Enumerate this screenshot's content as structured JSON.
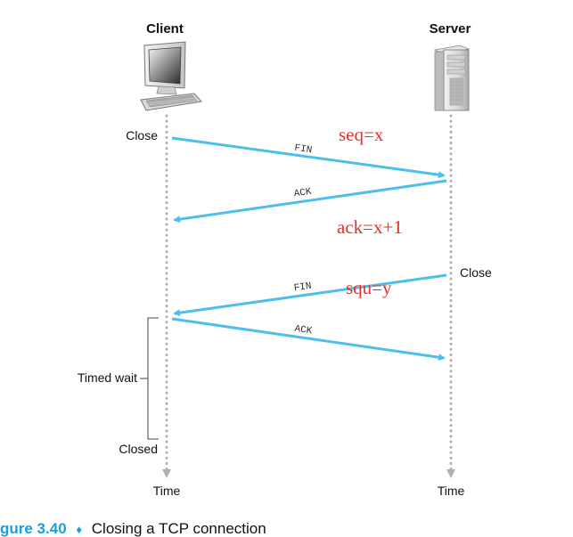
{
  "colors": {
    "arrow": "#4cc0ea",
    "timeline": "#b0b0b0",
    "annotation": "#e8302a",
    "caption_accent": "#1aa0d8",
    "text": "#111111"
  },
  "diagram": {
    "client_label": "Client",
    "server_label": "Server",
    "client_icon": "desktop-computer-icon",
    "server_icon": "server-tower-icon",
    "client_events": {
      "close": "Close",
      "timed_wait": "Timed wait",
      "closed": "Closed",
      "time": "Time"
    },
    "server_events": {
      "close": "Close",
      "time": "Time"
    },
    "messages": [
      {
        "label": "FIN",
        "direction": "client-to-server"
      },
      {
        "label": "ACK",
        "direction": "server-to-client"
      },
      {
        "label": "FIN",
        "direction": "server-to-client"
      },
      {
        "label": "ACK",
        "direction": "client-to-server"
      }
    ],
    "annotations": {
      "seq": "seq=x",
      "ack": "ack=x+1",
      "squ": "squ=y"
    }
  },
  "caption": {
    "figure": "gure 3.40",
    "separator": "♦",
    "text": "Closing a TCP connection"
  }
}
